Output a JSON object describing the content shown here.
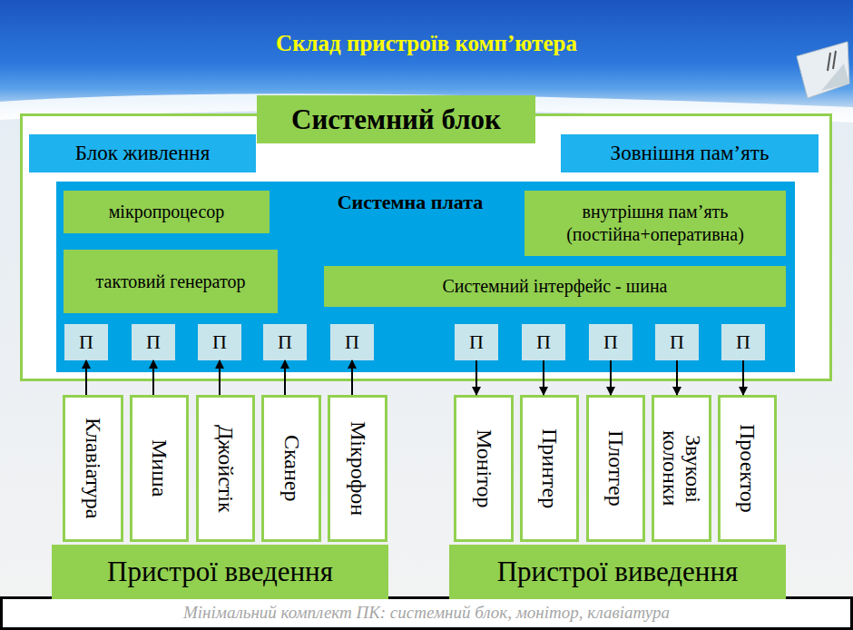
{
  "diagram": {
    "title": "Склад пристроїв комп’ютера",
    "caption": "Мінімальний комплект ПК: системний блок, монітор, клавіатура",
    "nodes": [
      {
        "text": [
          "Системний блок"
        ]
      },
      {
        "text": [
          "Блок живлення"
        ],
        "in": 0
      },
      {
        "text": [
          "Зовнішня пам’ять"
        ],
        "in": 0
      },
      {
        "text": [
          "Системна плата"
        ],
        "in": 0
      },
      {
        "text": [
          "мікропроцесор"
        ],
        "in": 3
      },
      {
        "text": [
          "внутрішня пам’ять (постійна+оперативна)"
        ],
        "in": 3
      },
      {
        "text": [
          "тактовий генератор"
        ],
        "in": 3
      },
      {
        "text": [
          "Системний інтерфейс - шина"
        ],
        "in": 3
      },
      {
        "text": [
          "П"
        ],
        "in": 3
      },
      {
        "text": [
          "П"
        ],
        "in": 3
      },
      {
        "text": [
          "П"
        ],
        "in": 3
      },
      {
        "text": [
          "П"
        ],
        "in": 3
      },
      {
        "text": [
          "П"
        ],
        "in": 3
      },
      {
        "text": [
          "П"
        ],
        "in": 3
      },
      {
        "text": [
          "П"
        ],
        "in": 3
      },
      {
        "text": [
          "П"
        ],
        "in": 3
      },
      {
        "text": [
          "П"
        ],
        "in": 3
      },
      {
        "text": [
          "П"
        ],
        "in": 3
      },
      {
        "text": [
          "Клавіатура"
        ]
      },
      {
        "text": [
          "Миша"
        ]
      },
      {
        "text": [
          "Джойстік"
        ]
      },
      {
        "text": [
          "Сканер"
        ]
      },
      {
        "text": [
          "Мікрофон"
        ]
      },
      {
        "text": [
          "Монітор"
        ]
      },
      {
        "text": [
          "Принтер"
        ]
      },
      {
        "text": [
          "Плотгер"
        ]
      },
      {
        "text": [
          "Звукові колонки"
        ]
      },
      {
        "text": [
          "Проектор"
        ]
      },
      {
        "text": [
          "Пристрої введення"
        ]
      },
      {
        "text": [
          "Пристрої виведення"
        ]
      }
    ],
    "edges": [
      {
        "from": 18,
        "to": 8,
        "arrow": "to"
      },
      {
        "from": 19,
        "to": 9,
        "arrow": "to"
      },
      {
        "from": 20,
        "to": 10,
        "arrow": "to"
      },
      {
        "from": 21,
        "to": 11,
        "arrow": "to"
      },
      {
        "from": 22,
        "to": 12,
        "arrow": "to"
      },
      {
        "from": 13,
        "to": 23,
        "arrow": "to"
      },
      {
        "from": 14,
        "to": 24,
        "arrow": "to"
      },
      {
        "from": 15,
        "to": 25,
        "arrow": "to"
      },
      {
        "from": 16,
        "to": 26,
        "arrow": "to"
      },
      {
        "from": 17,
        "to": 27,
        "arrow": "to"
      }
    ]
  }
}
